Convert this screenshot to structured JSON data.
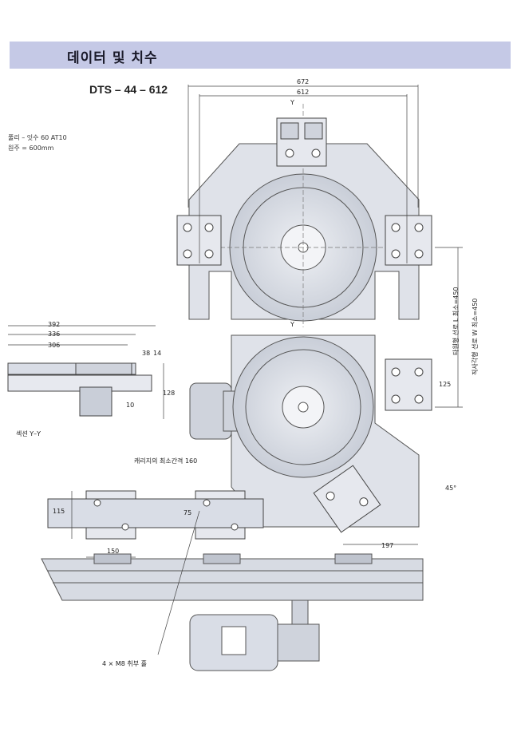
{
  "header": {
    "title": "데이터 및 치수"
  },
  "model": "DTS – 44 – 612",
  "notes": {
    "line1": "풀리 – 잇수 60 AT10",
    "line2": "원주 = 600mm"
  },
  "dims": {
    "d672": "672",
    "d612": "612",
    "y_top": "Y",
    "y_mid": "Y",
    "d392": "392",
    "d336": "336",
    "d306": "306",
    "d38": "38",
    "d14": "14",
    "d128": "128",
    "d10": "10",
    "d125": "125",
    "d45": "45°",
    "d115": "115",
    "d75": "75",
    "d150": "150",
    "d197": "197"
  },
  "labels": {
    "section": "섹션 Y–Y",
    "carriage_min": "캐리지의 최소간격 160",
    "mount_holes": "4 × M8 취부 홀",
    "oval_line": "타원형 선로 L 최소=450",
    "rect_line": "직사각형 선로 W 최소=450"
  },
  "colors": {
    "banner": "#c5c9e6",
    "metal": "#d9dde6",
    "dark": "#3b3f4a"
  }
}
